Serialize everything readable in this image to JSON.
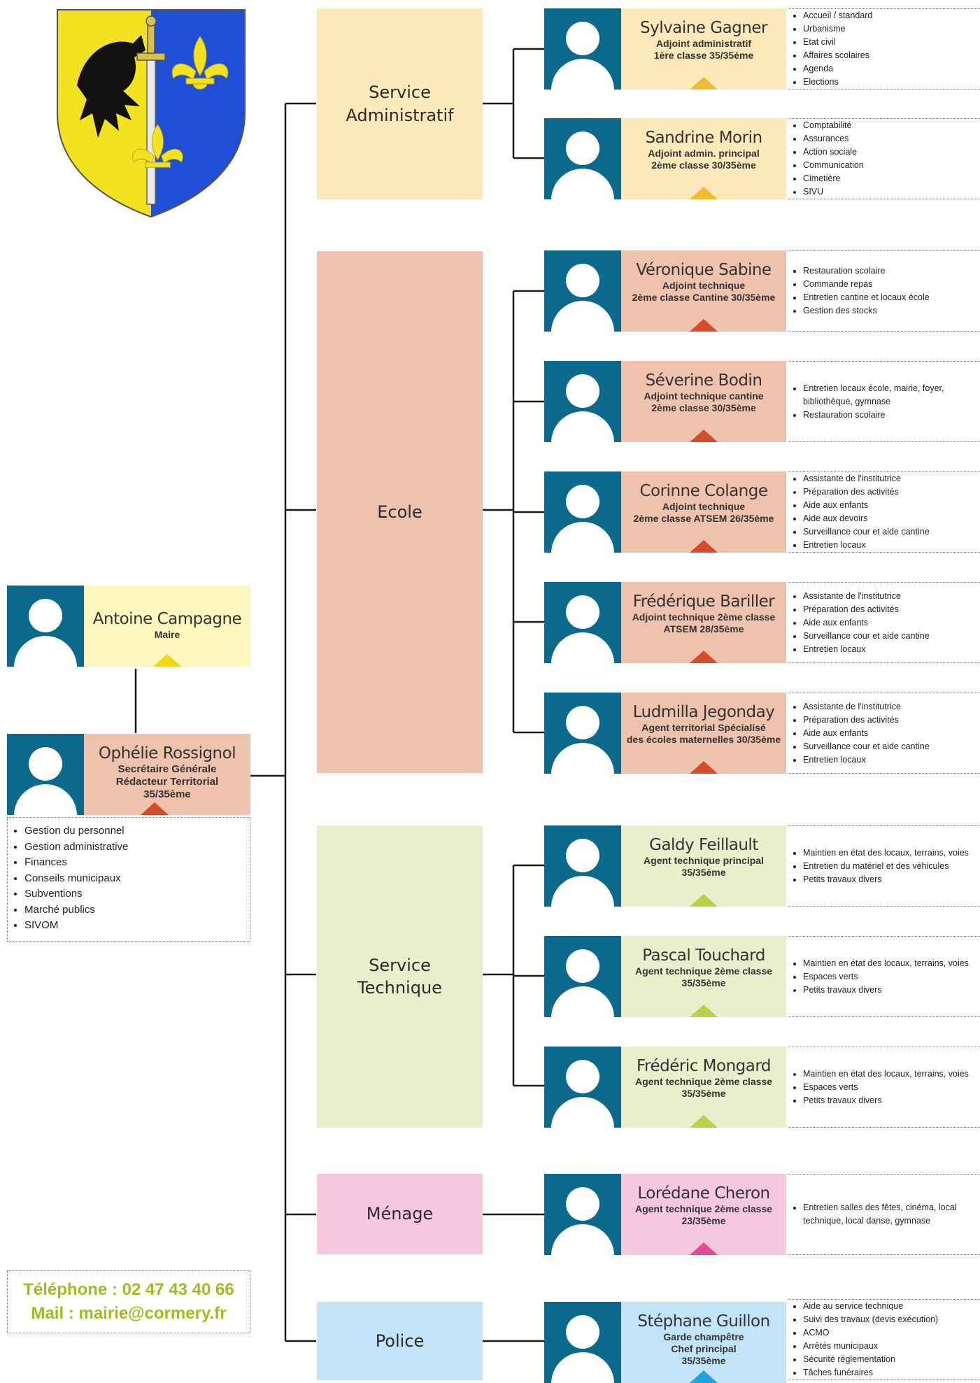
{
  "colors": {
    "photo_bg": "#0b6a8c",
    "administratif": "#fde9b9",
    "ecole": "#efc2ad",
    "technique": "#e8efcb",
    "menage": "#f7c7dd",
    "police": "#c2e4f8",
    "maire": "#fdf6bd",
    "contact_text": "#9bbf1d"
  },
  "contact": {
    "phone": "Téléphone : 02 47 43 40 66",
    "mail": "Mail : mairie@cormery.fr"
  },
  "maire": {
    "name": "Antoine Campagne",
    "title": "Maire"
  },
  "secretaire": {
    "name": "Ophélie Rossignol",
    "title": "Secrétaire Générale\nRédacteur Territorial\n35/35ème",
    "tasks": [
      "Gestion du personnel",
      "Gestion administrative",
      "Finances",
      "Conseils municipaux",
      "Subventions",
      "Marché publics",
      "SIVOM"
    ]
  },
  "services": [
    {
      "label": "Service\nAdministratif"
    },
    {
      "label": "Ecole"
    },
    {
      "label": "Service\nTechnique"
    },
    {
      "label": "Ménage"
    },
    {
      "label": "Police"
    }
  ],
  "staff": [
    {
      "name": "Sylvaine Gagner",
      "title": "Adjoint administratif\n1ère classe 35/35ème",
      "tasks": [
        "Accueil / standard",
        "Urbanisme",
        "Etat civil",
        "Affaires scolaires",
        "Agenda",
        "Elections"
      ]
    },
    {
      "name": "Sandrine Morin",
      "title": "Adjoint admin. principal\n2ème classe 30/35ème",
      "tasks": [
        "Comptabilité",
        "Assurances",
        "Action sociale",
        "Communication",
        "Cimetière",
        "SIVU"
      ]
    },
    {
      "name": "Véronique Sabine",
      "title": "Adjoint technique\n2ème classe Cantine 30/35ème",
      "tasks": [
        "Restauration scolaire",
        "Commande repas",
        "Entretien cantine et locaux école",
        "Gestion des stocks"
      ]
    },
    {
      "name": "Séverine Bodin",
      "title": "Adjoint technique cantine\n2ème classe 30/35ème",
      "tasks": [
        "Entretien locaux école, mairie, foyer, bibliothèque, gymnase",
        "Restauration scolaire"
      ]
    },
    {
      "name": "Corinne Colange",
      "title": "Adjoint technique\n2ème classe ATSEM 26/35ème",
      "tasks": [
        "Assistante de l'institutrice",
        "Préparation des activités",
        "Aide aux enfants",
        "Aide aux devoirs",
        "Surveillance cour et aide cantine",
        "Entretien locaux"
      ]
    },
    {
      "name": "Frédérique Bariller",
      "title": "Adjoint technique 2ème classe\nATSEM 28/35ème",
      "tasks": [
        "Assistante de l'institutrice",
        "Préparation des activités",
        "Aide aux enfants",
        "Surveillance cour et aide cantine",
        "Entretien locaux"
      ]
    },
    {
      "name": "Ludmilla Jegonday",
      "title": "Agent territorial Spécialisé\ndes écoles maternelles 30/35ème",
      "tasks": [
        "Assistante de l'institutrice",
        "Préparation des activités",
        "Aide aux enfants",
        "Surveillance cour et aide cantine",
        "Entretien locaux"
      ]
    },
    {
      "name": "Galdy Feillault",
      "title": "Agent technique principal\n35/35ème",
      "tasks": [
        "Maintien en état des locaux, terrains, voies",
        "Entretien du matériel et des véhicules",
        "Petits travaux divers"
      ]
    },
    {
      "name": "Pascal Touchard",
      "title": "Agent technique 2ème classe\n35/35ème",
      "tasks": [
        "Maintien en état des locaux, terrains, voies",
        "Espaces verts",
        "Petits travaux divers"
      ]
    },
    {
      "name": "Frédéric Mongard",
      "title": "Agent technique 2ème classe\n35/35ème",
      "tasks": [
        "Maintien en état des locaux, terrains, voies",
        "Espaces verts",
        "Petits travaux divers"
      ]
    },
    {
      "name": "Lorédane Cheron",
      "title": "Agent technique 2ème classe\n23/35ème",
      "tasks": [
        "Entretien salles des fêtes, cinéma, local technique, local danse, gymnase"
      ]
    },
    {
      "name": "Stéphane Guillon",
      "title": "Garde champêtre\nChef principal\n35/35ème",
      "tasks": [
        "Aide au service technique",
        "Suivi des travaux (devis exécution)",
        "ACMO",
        "Arrêtés municipaux",
        "Sécurité réglementation",
        "Tâches funéraires"
      ]
    }
  ]
}
